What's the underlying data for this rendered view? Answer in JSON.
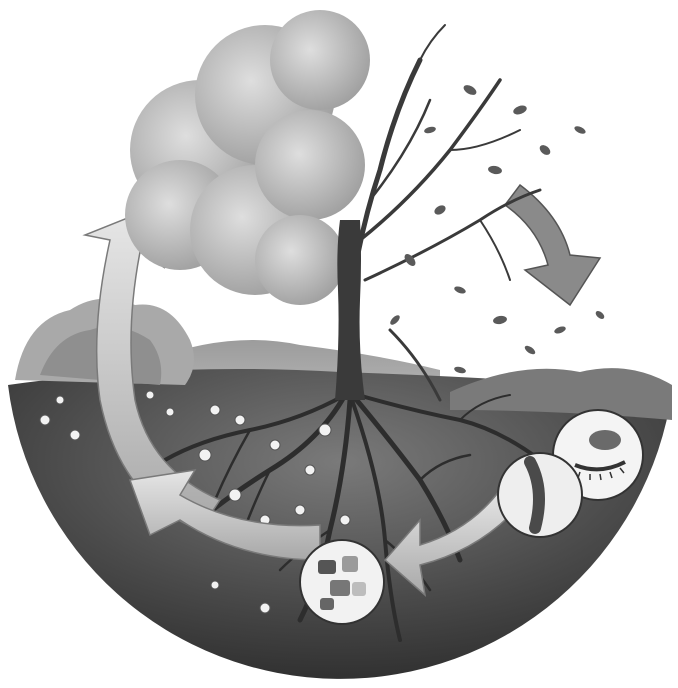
{
  "diagram": {
    "stages": [
      {
        "id": "tree",
        "icon": "tree-icon"
      },
      {
        "id": "falling-leaves",
        "icon": "leaf-icon"
      },
      {
        "id": "decomposers",
        "icon": "decomposer-icon"
      },
      {
        "id": "nutrients",
        "icon": "nutrient-icon"
      },
      {
        "id": "roots-uptake",
        "icon": "roots-icon"
      }
    ],
    "colors": {
      "ground": "#4a4a4a",
      "arrow": "#bdbdbd",
      "canopy_light": "#b8b8b8",
      "trunk": "#3a3a3a"
    }
  }
}
